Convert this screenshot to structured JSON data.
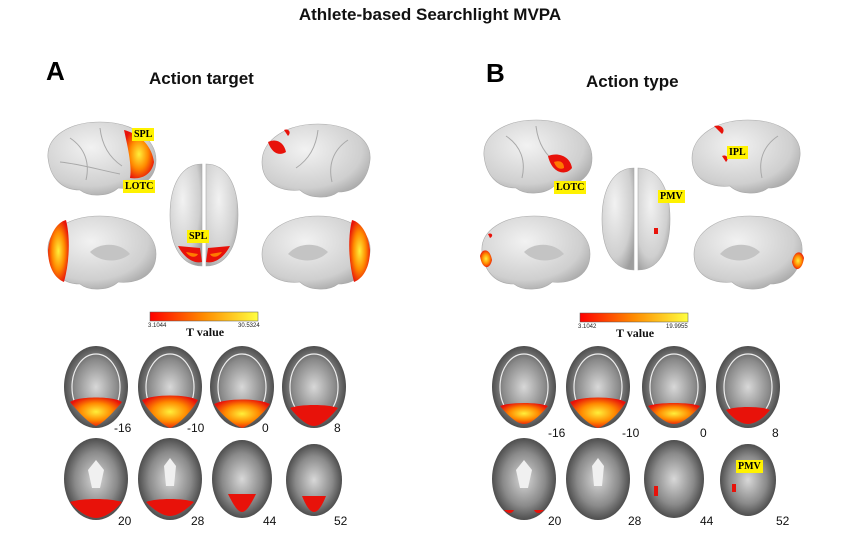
{
  "title": "Athlete-based Searchlight MVPA",
  "panels": [
    {
      "letter": "A",
      "title": "Action target",
      "roi_labels": [
        "SPL",
        "LOTC",
        "SPL"
      ],
      "colorbar": {
        "min": "3.1044",
        "max": "30.5324",
        "label": "T value"
      },
      "slices": [
        "-16",
        "-10",
        "0",
        "8",
        "20",
        "28",
        "44",
        "52"
      ],
      "slice_roi": ""
    },
    {
      "letter": "B",
      "title": "Action type",
      "roi_labels": [
        "IPL",
        "LOTC",
        "PMV"
      ],
      "colorbar": {
        "min": "3.1042",
        "max": "19.9955",
        "label": "T value"
      },
      "slices": [
        "-16",
        "-10",
        "0",
        "8",
        "20",
        "28",
        "44",
        "52"
      ],
      "slice_roi": "PMV"
    }
  ],
  "colors": {
    "scale_low": "#ff0000",
    "scale_high": "#ffff40",
    "roi_bg": "#fff200"
  }
}
